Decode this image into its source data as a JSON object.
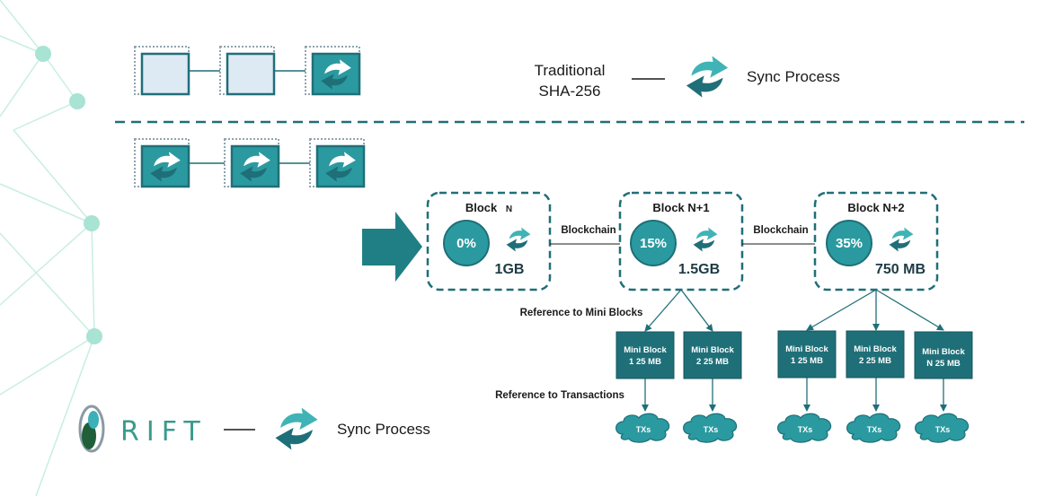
{
  "traditional": {
    "label_line1": "Traditional",
    "label_line2": "SHA-256",
    "sync_label": "Sync Process",
    "sync_icon": "sync-arrows-icon"
  },
  "rift": {
    "logo_text": "RIFT",
    "sync_label": "Sync Process",
    "sync_icon": "sync-arrows-icon"
  },
  "blocks": [
    {
      "title": "Block",
      "title_sub": "N",
      "percent": "0%",
      "size": "1GB"
    },
    {
      "title": "Block N+1",
      "title_sub": "",
      "percent": "15%",
      "size": "1.5GB"
    },
    {
      "title": "Block N+2",
      "title_sub": "",
      "percent": "35%",
      "size": "750 MB"
    }
  ],
  "links": [
    "Blockchain",
    "Blockchain"
  ],
  "references": {
    "mini_blocks": "Reference to Mini Blocks",
    "transactions": "Reference to Transactions"
  },
  "mini_blocks": {
    "group1": [
      {
        "line1": "Mini Block",
        "line2": "1 25 MB",
        "tx": "TXs"
      },
      {
        "line1": "Mini Block",
        "line2": "2 25 MB",
        "tx": "TXs"
      }
    ],
    "group2": [
      {
        "line1": "Mini Block",
        "line2": "1 25 MB",
        "tx": "TXs"
      },
      {
        "line1": "Mini Block",
        "line2": "2 25 MB",
        "tx": "TXs"
      },
      {
        "line1": "Mini Block",
        "line2": "N 25 MB",
        "tx": "TXs"
      }
    ]
  },
  "colors": {
    "teal_dark": "#1f6f78",
    "teal": "#2a9aa0",
    "teal_light": "#3fb3b5",
    "cube_light": "#dde9f3",
    "mint": "#a8e3d3"
  }
}
